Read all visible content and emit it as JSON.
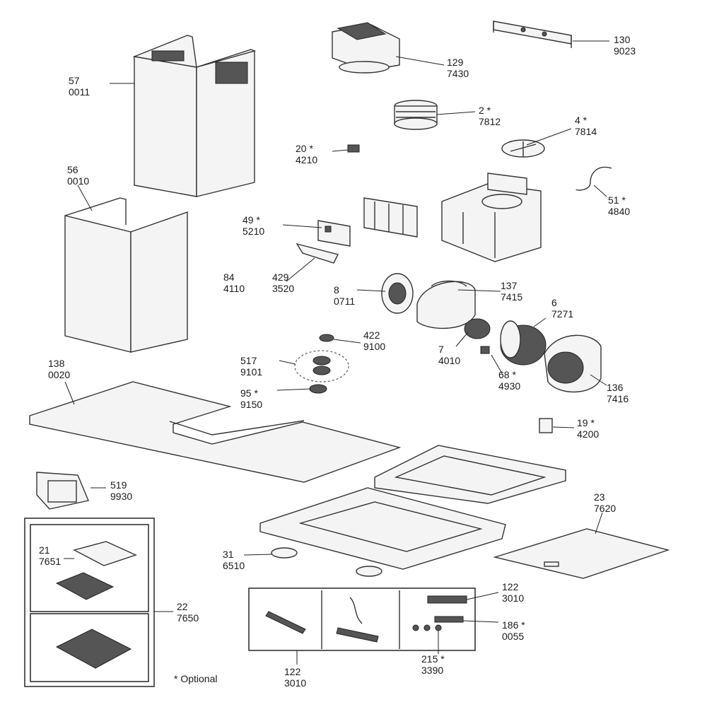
{
  "diagram": {
    "note": "* Optional",
    "parts": [
      {
        "id": "p130",
        "ref": "130",
        "code": "9023"
      },
      {
        "id": "p129",
        "ref": "129",
        "code": "7430"
      },
      {
        "id": "p57",
        "ref": "57",
        "code": "0011"
      },
      {
        "id": "p2",
        "ref": "2 *",
        "code": "7812"
      },
      {
        "id": "p4",
        "ref": "4 *",
        "code": "7814"
      },
      {
        "id": "p20",
        "ref": "20 *",
        "code": "4210"
      },
      {
        "id": "p56",
        "ref": "56",
        "code": "0010"
      },
      {
        "id": "p51",
        "ref": "51 *",
        "code": "4840"
      },
      {
        "id": "p49",
        "ref": "49 *",
        "code": "5210"
      },
      {
        "id": "p84",
        "ref": "84",
        "code": "4110"
      },
      {
        "id": "p429",
        "ref": "429",
        "code": "3520"
      },
      {
        "id": "p8",
        "ref": "8",
        "code": "0711"
      },
      {
        "id": "p137",
        "ref": "137",
        "code": "7415"
      },
      {
        "id": "p6",
        "ref": "6",
        "code": "7271"
      },
      {
        "id": "p422",
        "ref": "422",
        "code": "9100"
      },
      {
        "id": "p7",
        "ref": "7",
        "code": "4010"
      },
      {
        "id": "p138",
        "ref": "138",
        "code": "0020"
      },
      {
        "id": "p517",
        "ref": "517",
        "code": "9101"
      },
      {
        "id": "p68",
        "ref": "68 *",
        "code": "4930"
      },
      {
        "id": "p136",
        "ref": "136",
        "code": "7416"
      },
      {
        "id": "p95",
        "ref": "95 *",
        "code": "9150"
      },
      {
        "id": "p19",
        "ref": "19 *",
        "code": "4200"
      },
      {
        "id": "p519",
        "ref": "519",
        "code": "9930"
      },
      {
        "id": "p23",
        "ref": "23",
        "code": "7620"
      },
      {
        "id": "p21",
        "ref": "21",
        "code": "7651"
      },
      {
        "id": "p31",
        "ref": "31",
        "code": "6510"
      },
      {
        "id": "p122a",
        "ref": "122",
        "code": "3010"
      },
      {
        "id": "p22",
        "ref": "22",
        "code": "7650"
      },
      {
        "id": "p186",
        "ref": "186 *",
        "code": "0055"
      },
      {
        "id": "p215",
        "ref": "215 *",
        "code": "3390"
      },
      {
        "id": "p122b",
        "ref": "122",
        "code": "3010"
      }
    ]
  }
}
